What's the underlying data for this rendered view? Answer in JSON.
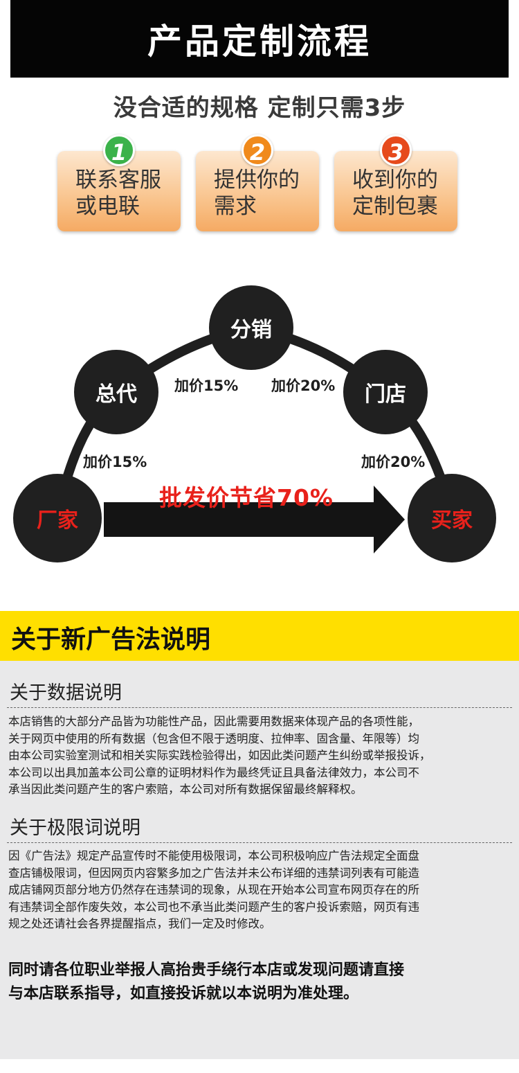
{
  "header": {
    "title": "产品定制流程"
  },
  "subtitle": "没合适的规格 定制只需3步",
  "steps": [
    {
      "number": "1",
      "line1": "联系客服",
      "line2": "或电联",
      "color": "#3bb24a"
    },
    {
      "number": "2",
      "line1": "提供你的",
      "line2": "需求",
      "color": "#f08a1c"
    },
    {
      "number": "3",
      "line1": "收到你的",
      "line2": "定制包裹",
      "color": "#e64a1c"
    }
  ],
  "diagram": {
    "nodes": {
      "factory": "厂家",
      "general_agent": "总代",
      "distributor": "分销",
      "store": "门店",
      "buyer": "买家"
    },
    "markups": {
      "factory_to_agent": "加价15%",
      "agent_to_distributor": "加价15%",
      "distributor_to_store": "加价20%",
      "store_to_buyer": "加价20%"
    },
    "saving": "批发价节省70%"
  },
  "ad_law": {
    "title": "关于新广告法说明",
    "data_section": {
      "title": "关于数据说明",
      "lines": [
        "本店销售的大部分产品皆为功能性产品，因此需要用数据来体现产品的各项性能，",
        "关于网页中使用的所有数据（包含但不限于透明度、拉伸率、固含量、年限等）均",
        "由本公司实验室测试和相关实际实践检验得出，如因此类问题产生纠纷或举报投诉，",
        "本公司以出具加盖本公司公章的证明材料作为最终凭证且具备法律效力，本公司不",
        "承当因此类问题产生的客户索赔，本公司对所有数据保留最终解释权。"
      ]
    },
    "limit_section": {
      "title": "关于极限词说明",
      "lines": [
        "因《广告法》规定产品宣传时不能使用极限词，本公司积极响应广告法规定全面盘",
        "查店铺极限词，但因网页内容繁多加之广告法并未公布详细的违禁词列表有可能造",
        "成店铺网页部分地方仍然存在违禁词的现象，从现在开始本公司宣布网页存在的所",
        "有违禁词全部作废失效，本公司也不承当此类问题产生的客户投诉索赔，网页有违",
        "规之处还请社会各界提醒指点，我们一定及时修改。"
      ]
    },
    "notice_lines": [
      "同时请各位职业举报人高抬贵手绕行本店或发现问题请直接",
      "与本店联系指导，如直接投诉就以本说明为准处理。"
    ]
  }
}
